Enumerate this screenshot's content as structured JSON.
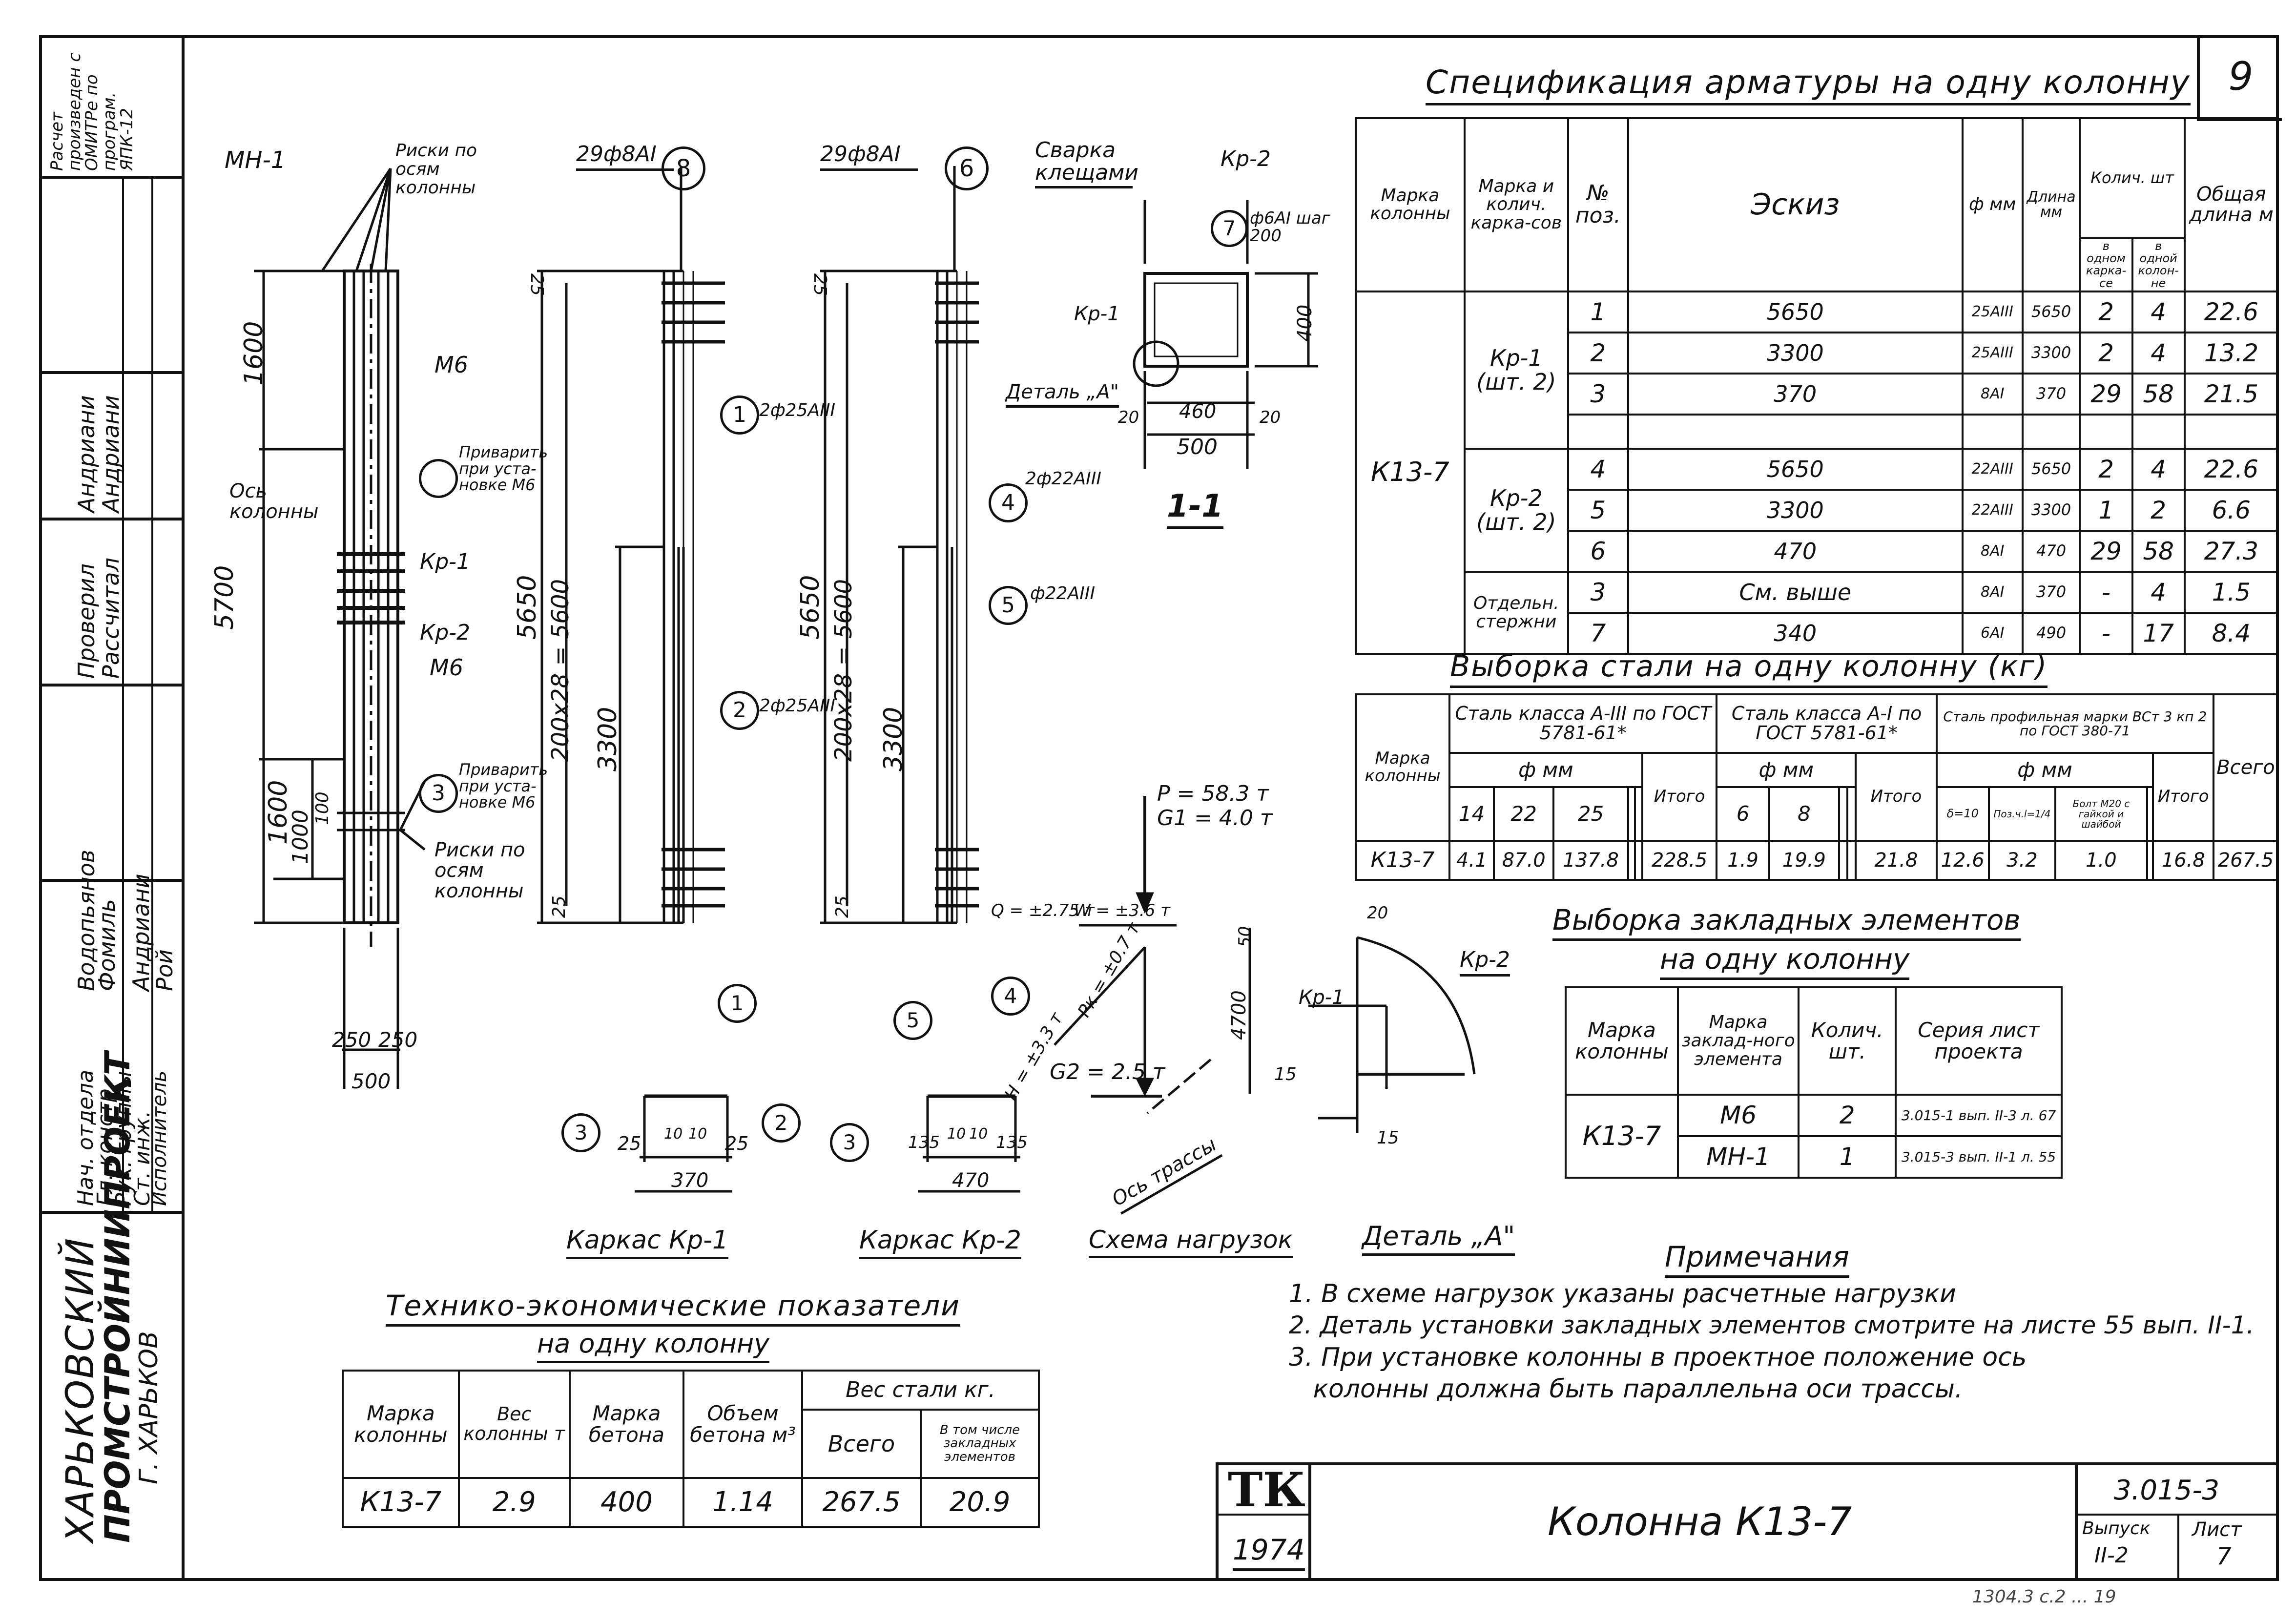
{
  "sheet": {
    "number": "9",
    "code": "3.015-3",
    "issue_label": "Выпуск",
    "issue": "II-2",
    "sheet_label": "Лист",
    "sheet_no": "7",
    "title": "Колонна К13-7",
    "logo": "ТК",
    "year": "1974",
    "bottom_code": "1304.3 с.2 ... 19"
  },
  "org": {
    "name_line1": "ХАРЬКОВСКИЙ",
    "name_line2": "ПРОМСТРОЙНИИПРОЕКТ",
    "city": "Г. ХАРЬКОВ",
    "roles": [
      "Нач. отдела",
      "Гл. констр.",
      "Рук. группы",
      "Ст. инж.",
      "Исполнитель"
    ],
    "names": [
      "Водопьянов",
      "Фомиль",
      "Андриани",
      "Рой"
    ],
    "checked_label": "Проверил",
    "computed_label": "Рассчитал",
    "checked_name": "Андриани",
    "computed_name": "Андриани",
    "calc_note": "Расчет произведен с ОМИТРе по програм. ЯПК-12"
  },
  "spec": {
    "title": "Спецификация арматуры на одну колонну",
    "headers": {
      "mark": "Марка колонны",
      "frame": "Марка и колич. карка-сов",
      "pos": "№ поз.",
      "sketch": "Эскиз",
      "dia": "ф мм",
      "len": "Длина мм",
      "qty": "Колич. шт",
      "qty_frame": "в одном карка-се",
      "qty_col": "в одной колон-не",
      "total": "Общая длина м"
    },
    "column_mark": "К13-7",
    "groups": [
      {
        "frame": "Кр-1 (шт. 2)",
        "rows": [
          {
            "pos": "1",
            "sketch": "5650",
            "dia": "25АIII",
            "len": "5650",
            "qf": "2",
            "qc": "4",
            "total": "22.6"
          },
          {
            "pos": "2",
            "sketch": "3300",
            "dia": "25АIII",
            "len": "3300",
            "qf": "2",
            "qc": "4",
            "total": "13.2"
          },
          {
            "pos": "3",
            "sketch": "370",
            "dia": "8АI",
            "len": "370",
            "qf": "29",
            "qc": "58",
            "total": "21.5"
          }
        ]
      },
      {
        "frame": "Кр-2 (шт. 2)",
        "rows": [
          {
            "pos": "4",
            "sketch": "5650",
            "dia": "22АIII",
            "len": "5650",
            "qf": "2",
            "qc": "4",
            "total": "22.6"
          },
          {
            "pos": "5",
            "sketch": "3300",
            "dia": "22АIII",
            "len": "3300",
            "qf": "1",
            "qc": "2",
            "total": "6.6"
          },
          {
            "pos": "6",
            "sketch": "470",
            "dia": "8АI",
            "len": "470",
            "qf": "29",
            "qc": "58",
            "total": "27.3"
          }
        ]
      },
      {
        "frame": "Отдельн. стержни",
        "rows": [
          {
            "pos": "3",
            "sketch": "См. выше",
            "dia": "8АI",
            "len": "370",
            "qf": "-",
            "qc": "4",
            "total": "1.5"
          },
          {
            "pos": "7",
            "sketch": "340",
            "dia": "6АI",
            "len": "490",
            "qf": "-",
            "qc": "17",
            "total": "8.4"
          }
        ]
      }
    ]
  },
  "steel": {
    "title": "Выборка стали на одну колонну (кг)",
    "h_mark": "Марка колонны",
    "h_a3": "Сталь класса А-III по ГОСТ 5781-61*",
    "h_a1": "Сталь класса А-I по ГОСТ 5781-61*",
    "h_prof": "Сталь профильная марки ВСт 3 кп 2 по ГОСТ 380-71",
    "h_dia": "ф мм",
    "h_total": "Итого",
    "h_all": "Всего",
    "d_a3": [
      "14",
      "22",
      "25"
    ],
    "d_a1": [
      "6",
      "8"
    ],
    "d_prof": [
      "δ=10",
      "Поз.ч.l=1/4",
      "Болт М20 с гайкой и шайбой"
    ],
    "row": {
      "mark": "К13-7",
      "a3": [
        "4.1",
        "87.0",
        "137.8"
      ],
      "a3_total": "228.5",
      "a1": [
        "1.9",
        "19.9"
      ],
      "a1_total": "21.8",
      "prof": [
        "12.6",
        "3.2",
        "1.0"
      ],
      "prof_total": "16.8",
      "all": "267.5"
    }
  },
  "embedded": {
    "title1": "Выборка закладных элементов",
    "title2": "на одну колонну",
    "h_mark": "Марка колонны",
    "h_elem": "Марка заклад-ного элемента",
    "h_qty": "Колич. шт.",
    "h_series": "Серия лист проекта",
    "column": "К13-7",
    "rows": [
      {
        "elem": "М6",
        "qty": "2",
        "series": "3.015-1 вып. II-3 л. 67"
      },
      {
        "elem": "МН-1",
        "qty": "1",
        "series": "3.015-3 вып. II-1 л. 55"
      }
    ]
  },
  "notes": {
    "title": "Примечания",
    "items": [
      "1. В схеме нагрузок указаны расчетные нагрузки",
      "2. Деталь установки закладных элементов смотрите на листе 55 вып. II-1.",
      "3. При установке колонны в проектное положение ось",
      "   колонны должна быть параллельна оси трассы."
    ]
  },
  "tep": {
    "title1": "Технико-экономические показатели",
    "title2": "на одну колонну",
    "h_mark": "Марка колонны",
    "h_weight": "Вес колонны т",
    "h_concrete": "Марка бетона",
    "h_volume": "Объем бетона м³",
    "h_steel": "Вес стали кг.",
    "h_all": "Всего",
    "h_incl": "В том числе закладных элементов",
    "row": {
      "mark": "К13-7",
      "weight": "2.9",
      "concrete": "400",
      "volume": "1.14",
      "all": "267.5",
      "incl": "20.9"
    }
  },
  "drawing": {
    "col_labels": {
      "mn1": "МН-1",
      "risk_top": "Риски по осям колонны",
      "m6a": "М6",
      "privarit_a": "Приварить при уста-новке М6",
      "os": "Ось колонны",
      "kr1": "Кр-1",
      "kr2": "Кр-2",
      "m6b": "М6",
      "privarit_b": "Приварить при уста-новке М6",
      "risk_bot": "Риски по осям колонны",
      "d5700": "5700",
      "d1600a": "1600",
      "d1600b": "1600",
      "d1000": "1000",
      "d100": "100",
      "d250a": "250",
      "d250b": "250",
      "d500": "500"
    },
    "kr1": {
      "top_label": "29ф8АI",
      "pos": "8",
      "d25a": "25",
      "d5650": "5650",
      "d200x28": "200x28 = 5600",
      "d3300": "3300",
      "d25b": "25",
      "c1": "1",
      "c1_label": "2ф25АIII",
      "c2": "2",
      "c2_label": "2ф25АIII",
      "caption": "Каркас Кр-1",
      "sec_d": [
        "25",
        "10",
        "10",
        "25"
      ],
      "sec_w": "370",
      "sec_pos": [
        "1",
        "3",
        "2"
      ]
    },
    "kr2": {
      "top_label": "29ф8АI",
      "pos": "6",
      "d25a": "25",
      "d5650": "5650",
      "d200x28": "200x28 = 5600",
      "d3300": "3300",
      "d25b": "25",
      "c4": "4",
      "c4_label": "2ф22АIII",
      "c5": "5",
      "c5_label": "ф22АIII",
      "caption": "Каркас Кр-2",
      "sec_d": [
        "135",
        "10",
        "10",
        "135"
      ],
      "sec_w": "470",
      "sec_pos": [
        "5",
        "4",
        "3"
      ]
    },
    "section": {
      "welding": "Сварка клещами",
      "kr2": "Кр-2",
      "pos7": "7",
      "pos7_label": "ф6АI шаг 200",
      "kr1": "Кр-1",
      "detail": "Деталь „А\"",
      "d400": "400",
      "d460": "460",
      "d20a": "20",
      "d20b": "20",
      "d500": "500",
      "title": "1-1"
    },
    "loads": {
      "p": "P = 58.3 т",
      "g1": "G1 = 4.0 т",
      "q": "Q = ±2.75 т",
      "w": "W = ±3.6 т",
      "h": "H = ±3.3 т",
      "pk": "Pк = ±0.7 т",
      "g2": "G2 = 2.5 т",
      "d50": "50",
      "d4700": "4700",
      "axis": "Ось трассы",
      "caption": "Схема нагрузок"
    },
    "detail": {
      "d20": "20",
      "kr2": "Кр-2",
      "kr1": "Кр-1",
      "d15a": "15",
      "d15b": "15",
      "caption": "Деталь „А\""
    }
  }
}
